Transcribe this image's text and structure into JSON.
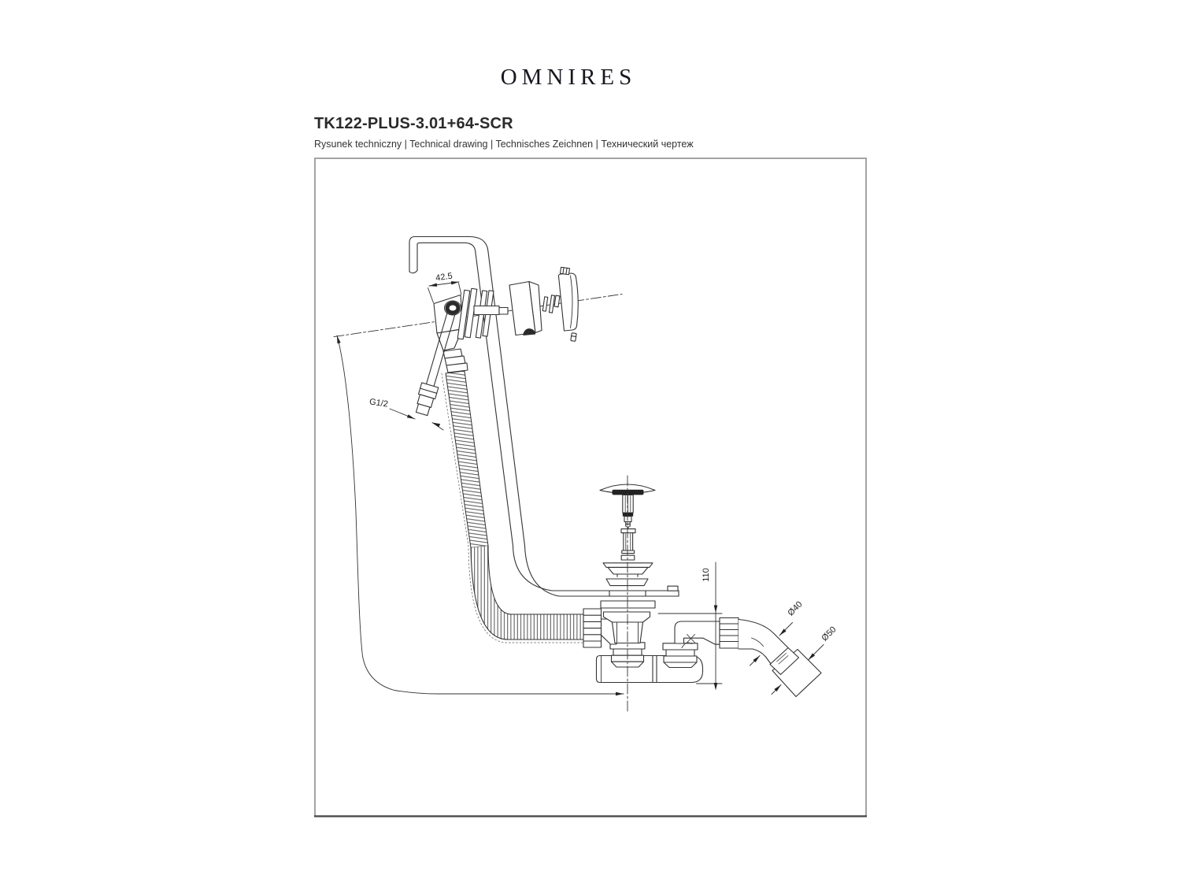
{
  "header": {
    "brand": "OMNIRES",
    "product_code": "TK122-PLUS-3.01+64-SCR",
    "caption": "Rysunek techniczny | Technical drawing | Technisches Zeichnen | Технический чертеж"
  },
  "drawing": {
    "dimension_labels": {
      "overflow_width": "42.5",
      "hose_thread": "G1/2",
      "installation_height": "110",
      "outlet_pipe": "Ø40",
      "outlet_socket": "Ø50"
    },
    "colors": {
      "line": "#333333",
      "frame": "#999999",
      "accent_dark": "#222222",
      "background": "#ffffff"
    }
  }
}
